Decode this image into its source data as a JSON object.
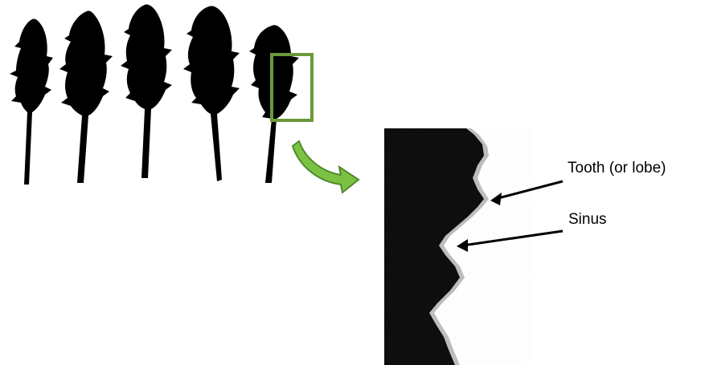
{
  "figure": {
    "colors": {
      "leaf_silhouette": "#000000",
      "highlight_box": "#6a9a3a",
      "arrow_fill": "#7cc242",
      "arrow_stroke": "#4f8a2a",
      "callout_arrow": "#000000",
      "background": "#ffffff"
    },
    "leaves_shown": 5,
    "callouts": {
      "tooth": "Tooth (or lobe)",
      "sinus": "Sinus"
    }
  }
}
